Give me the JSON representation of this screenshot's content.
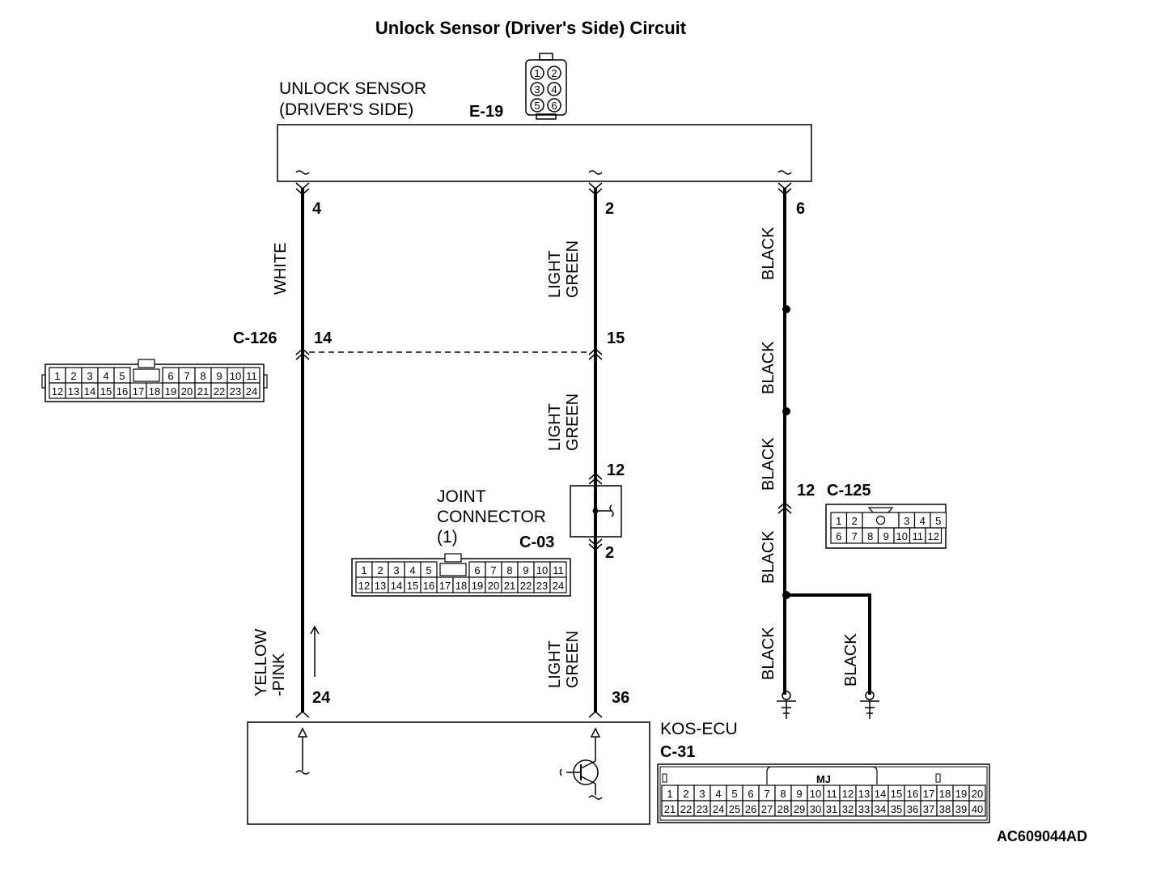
{
  "title": "Unlock Sensor (Driver's Side) Circuit",
  "figure_id": "AC609044AD",
  "unlock_sensor": {
    "label_line1": "UNLOCK SENSOR",
    "label_line2": "(DRIVER'S SIDE)",
    "connector": "E-19",
    "connector_pins": [
      "1",
      "2",
      "3",
      "4",
      "5",
      "6"
    ]
  },
  "wires": {
    "w1": {
      "top_pin": "4",
      "color_top": "WHITE",
      "c126_pin": "14",
      "color_bottom_1": "YELLOW",
      "color_bottom_2": "-PINK",
      "ecu_pin": "24"
    },
    "w2": {
      "top_pin": "2",
      "color_top_1": "LIGHT",
      "color_top_2": "GREEN",
      "c126_pin": "15",
      "color_mid_1": "LIGHT",
      "color_mid_2": "GREEN",
      "joint_in_pin": "12",
      "joint_out_pin": "2",
      "color_bot_1": "LIGHT",
      "color_bot_2": "GREEN",
      "ecu_pin": "36"
    },
    "w3": {
      "top_pin": "6",
      "colors": [
        "BLACK",
        "BLACK",
        "BLACK",
        "BLACK",
        "BLACK"
      ],
      "c125_pin": "12",
      "branch_color": "BLACK"
    }
  },
  "c126": {
    "name": "C-126",
    "row1": [
      "1",
      "2",
      "3",
      "4",
      "5",
      "6",
      "7",
      "8",
      "9",
      "10",
      "11"
    ],
    "row2": [
      "12",
      "13",
      "14",
      "15",
      "16",
      "17",
      "18",
      "19",
      "20",
      "21",
      "22",
      "23",
      "24"
    ]
  },
  "joint": {
    "line1": "JOINT",
    "line2": "CONNECTOR",
    "line3": "(1)",
    "name": "C-03",
    "row1": [
      "1",
      "2",
      "3",
      "4",
      "5",
      "6",
      "7",
      "8",
      "9",
      "10",
      "11"
    ],
    "row2": [
      "12",
      "13",
      "14",
      "15",
      "16",
      "17",
      "18",
      "19",
      "20",
      "21",
      "22",
      "23",
      "24"
    ]
  },
  "c125": {
    "name": "C-125",
    "row1": [
      "1",
      "2",
      "3",
      "4",
      "5"
    ],
    "row2": [
      "6",
      "7",
      "8",
      "9",
      "10",
      "11",
      "12"
    ]
  },
  "ecu": {
    "name": "KOS-ECU",
    "connector": "C-31",
    "tab_label": "MJ",
    "row1": [
      "1",
      "2",
      "3",
      "4",
      "5",
      "6",
      "7",
      "8",
      "9",
      "10",
      "11",
      "12",
      "13",
      "14",
      "15",
      "16",
      "17",
      "18",
      "19",
      "20"
    ],
    "row2": [
      "21",
      "22",
      "23",
      "24",
      "25",
      "26",
      "27",
      "28",
      "29",
      "30",
      "31",
      "32",
      "33",
      "34",
      "35",
      "36",
      "37",
      "38",
      "39",
      "40"
    ]
  }
}
